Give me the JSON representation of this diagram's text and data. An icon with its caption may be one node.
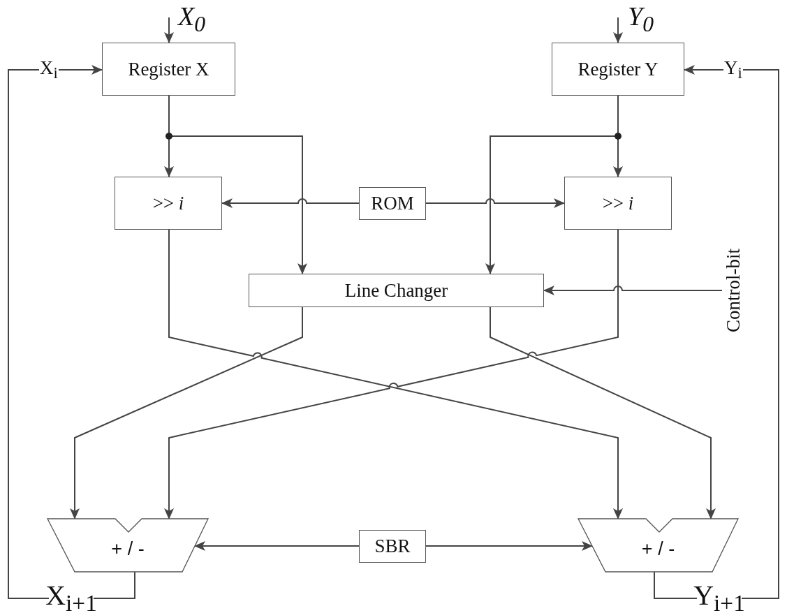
{
  "diagram": {
    "nodes": [
      {
        "text": [
          "Register X"
        ],
        "beside": [
          "X$_{0}$"
        ]
      },
      {
        "text": [
          "Register Y"
        ],
        "beside": [
          "Y$_{0}$"
        ]
      },
      {
        "text": [
          "X$_{i}$"
        ]
      },
      {
        "text": [
          "Y$_{i}$"
        ]
      },
      {
        "text": [
          ">> *i*"
        ]
      },
      {
        "text": [
          "ROM"
        ]
      },
      {
        "text": [
          ">> *i*"
        ]
      },
      {
        "text": [
          "Line Changer"
        ]
      },
      {
        "text": [
          "Control-bit"
        ]
      },
      {
        "text": [
          "+ / -"
        ]
      },
      {
        "text": [
          "SBR"
        ]
      },
      {
        "text": [
          "+ / -"
        ]
      },
      {
        "text": [
          "X$_{i+1}$"
        ]
      },
      {
        "text": [
          "Y$_{i+1}$"
        ]
      }
    ],
    "edges": [
      {
        "from": null,
        "to": 0,
        "arrow": "to"
      },
      {
        "from": null,
        "to": 1,
        "arrow": "to"
      },
      {
        "from": 2,
        "to": 0,
        "arrow": "to"
      },
      {
        "from": 12,
        "to": 2,
        "arrow": "none"
      },
      {
        "from": 9,
        "to": 12,
        "arrow": "none"
      },
      {
        "from": 3,
        "to": 1,
        "arrow": "to"
      },
      {
        "from": 13,
        "to": 3,
        "arrow": "none"
      },
      {
        "from": 11,
        "to": 13,
        "arrow": "none"
      },
      {
        "from": 0,
        "to": 4,
        "arrow": "to"
      },
      {
        "from": 0,
        "to": 7,
        "arrow": "to"
      },
      {
        "from": 1,
        "to": 6,
        "arrow": "to"
      },
      {
        "from": 1,
        "to": 7,
        "arrow": "to"
      },
      {
        "from": 5,
        "to": 4,
        "arrow": "to"
      },
      {
        "from": 5,
        "to": 6,
        "arrow": "to"
      },
      {
        "from": 7,
        "to": 9,
        "arrow": "to"
      },
      {
        "from": 7,
        "to": 11,
        "arrow": "to"
      },
      {
        "from": 4,
        "to": 11,
        "arrow": "to"
      },
      {
        "from": 6,
        "to": 9,
        "arrow": "to"
      },
      {
        "from": 8,
        "to": 7,
        "arrow": "to"
      },
      {
        "from": 10,
        "to": 9,
        "arrow": "to"
      },
      {
        "from": 10,
        "to": 11,
        "arrow": "to"
      }
    ]
  }
}
